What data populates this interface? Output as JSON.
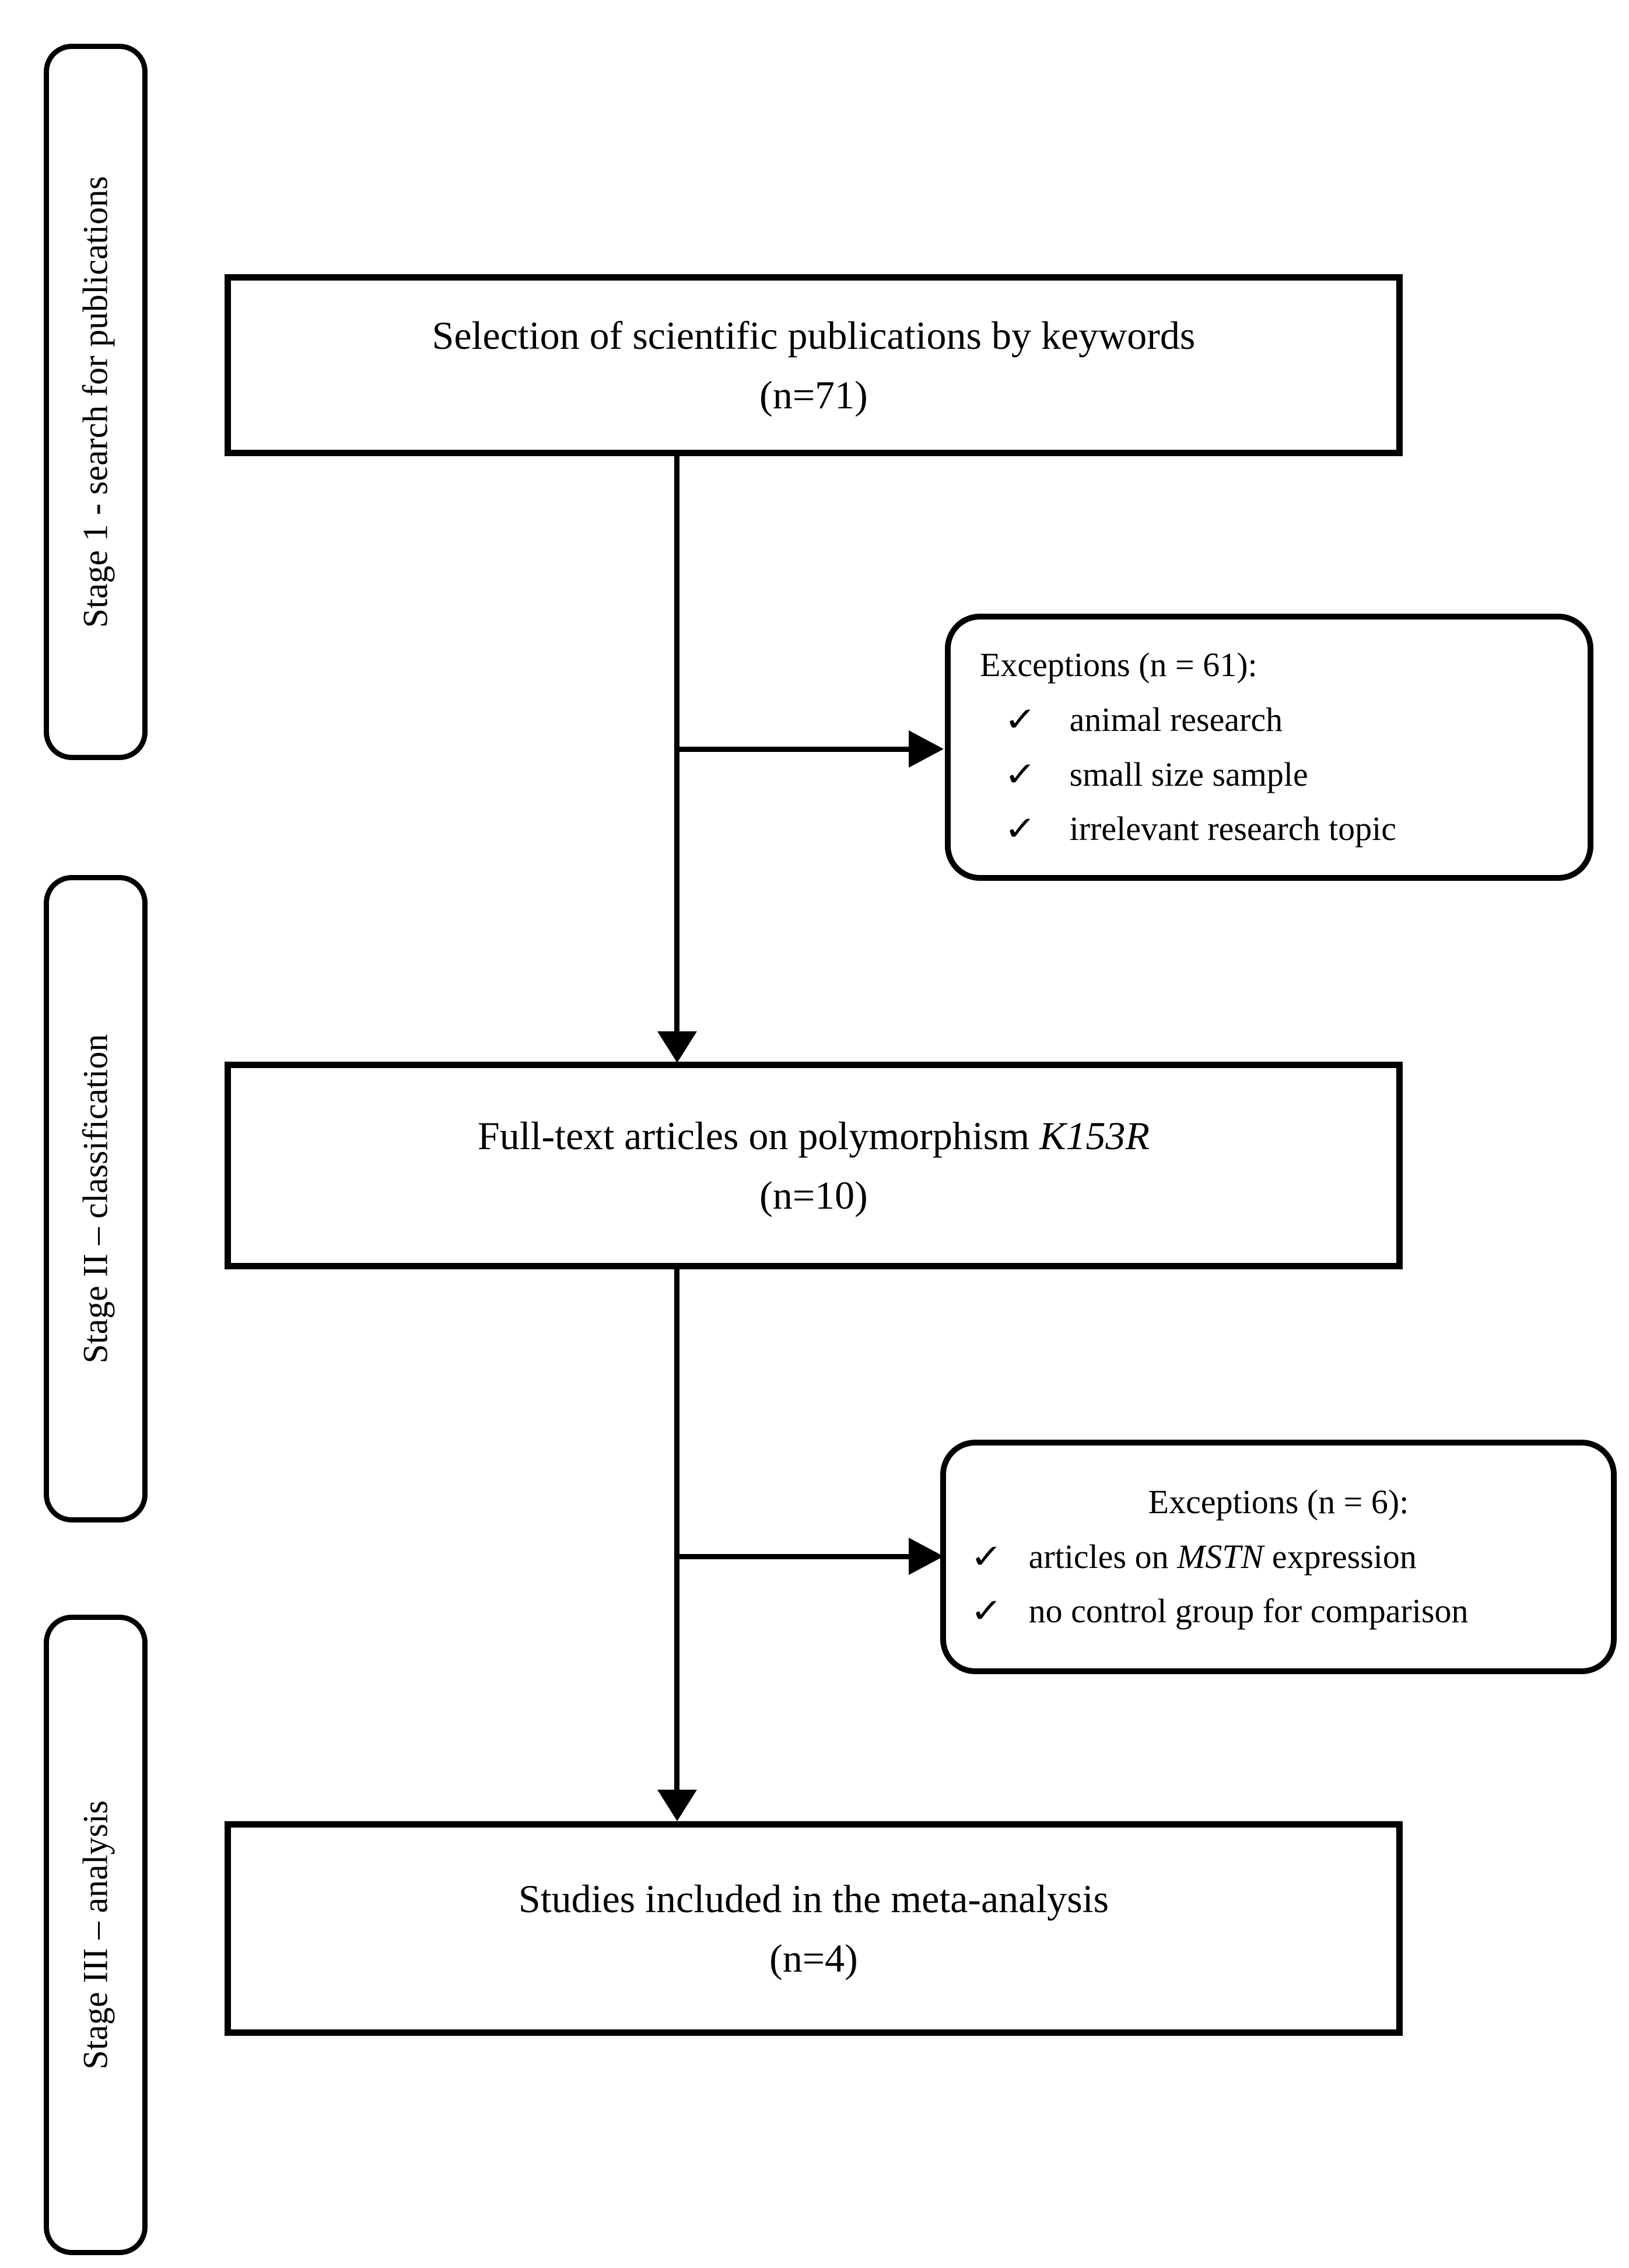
{
  "stages": [
    {
      "label": "Stage 1 - search for publications"
    },
    {
      "label": "Stage II – classification"
    },
    {
      "label": "Stage III – analysis"
    }
  ],
  "boxes": {
    "box1": {
      "line1": "Selection of scientific publications by keywords",
      "line2": "(n=71)"
    },
    "box2": {
      "line1_prefix": "Full-text articles on polymorphism ",
      "line1_italic": "K153R",
      "line2": "(n=10)"
    },
    "box3": {
      "line1": "Studies included in the meta-analysis",
      "line2": "(n=4)"
    }
  },
  "exceptions1": {
    "title": "Exceptions (n = 61):",
    "items": [
      "animal research",
      "small size sample",
      "irrelevant research topic"
    ]
  },
  "exceptions2": {
    "title": "Exceptions (n = 6):",
    "items": [
      {
        "prefix": "articles on ",
        "italic": "MSTN",
        "suffix": " expression"
      },
      {
        "prefix": "no control group for comparison",
        "italic": "",
        "suffix": ""
      }
    ]
  },
  "icons": {
    "check": "✓"
  },
  "colors": {
    "ink": "#000000",
    "paper": "#ffffff"
  }
}
